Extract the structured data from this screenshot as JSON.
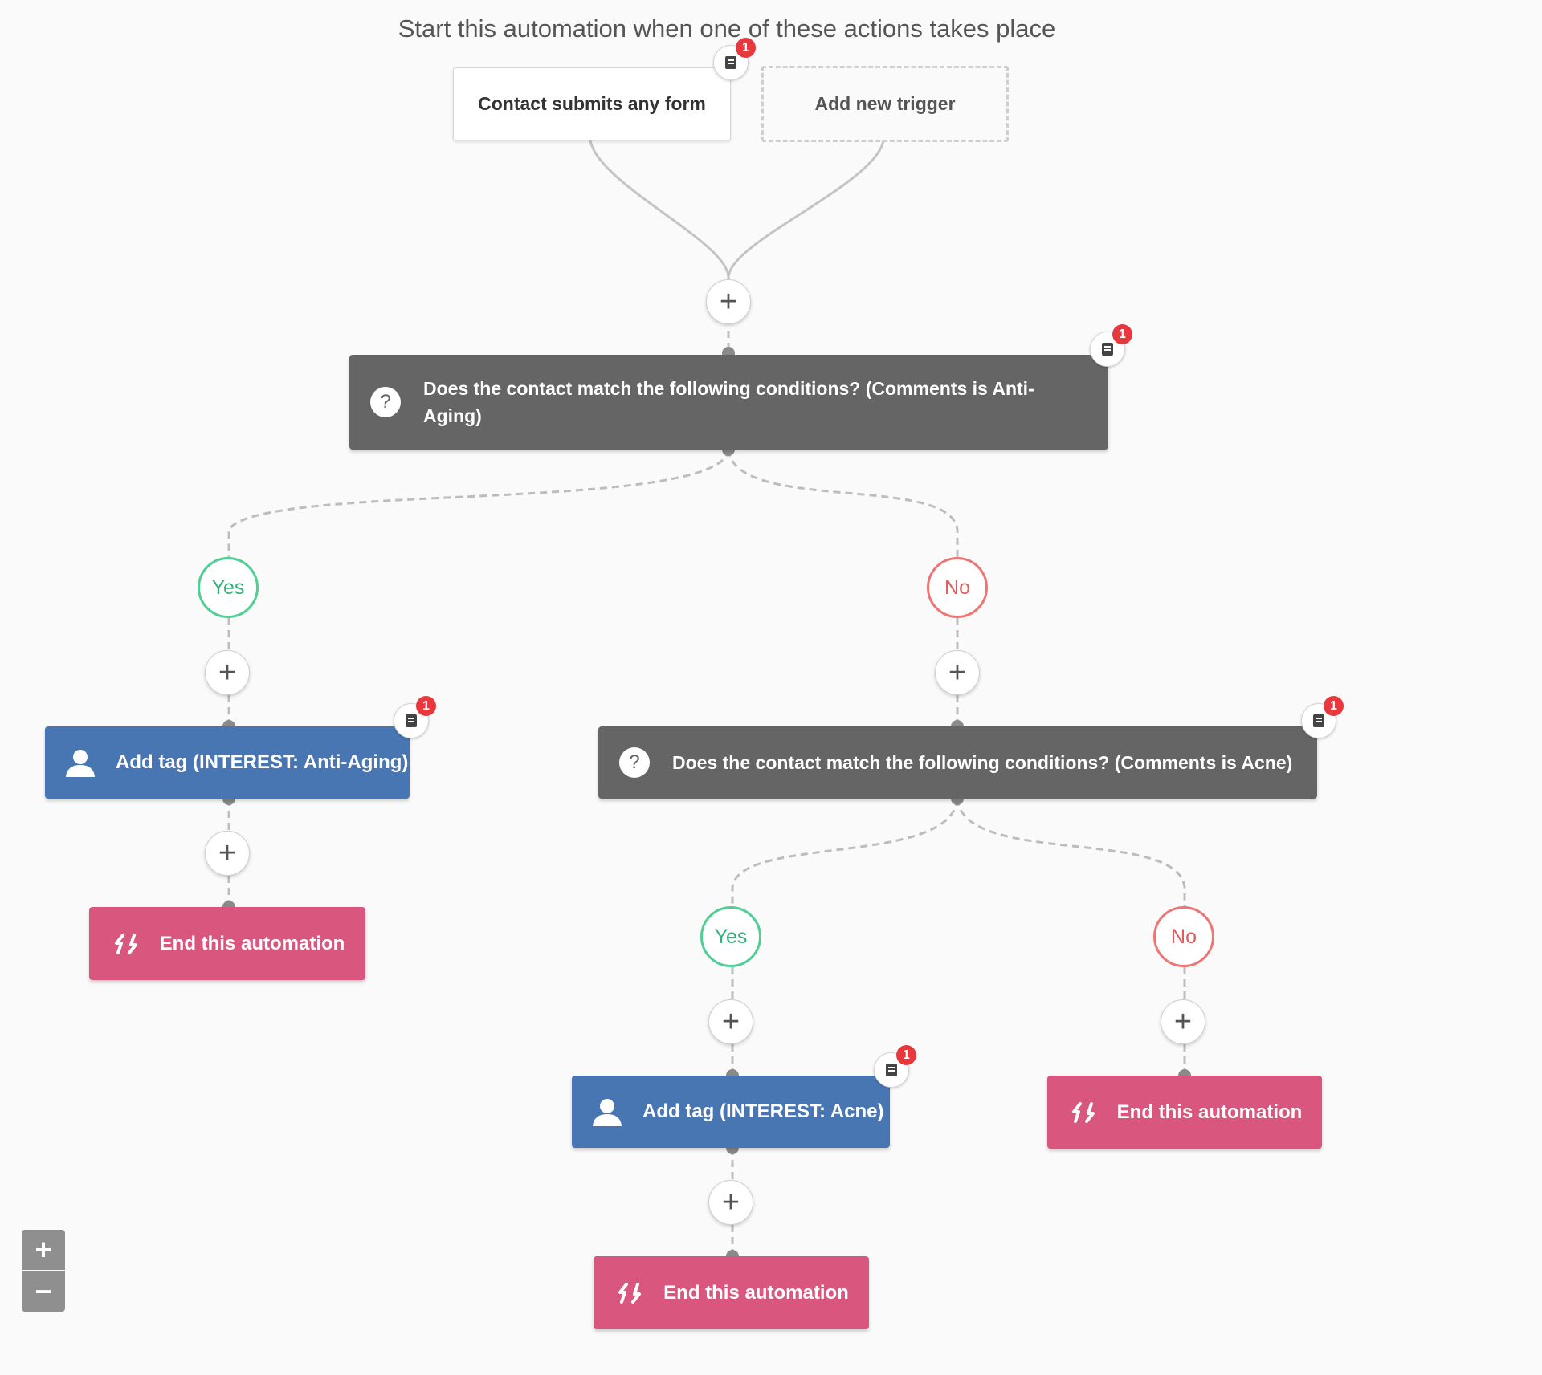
{
  "heading": "Start this automation when one of these actions takes place",
  "triggers": [
    {
      "label": "Contact submits any form",
      "notes": "1"
    },
    {
      "label": "Add new trigger"
    }
  ],
  "condition1": {
    "line1": "Does the contact match the following conditions? (Comments is Anti-",
    "line2": "Aging)",
    "notes": "1",
    "icon": "question-icon"
  },
  "branch1": {
    "yes": "Yes",
    "no": "No"
  },
  "action1": {
    "label": "Add tag (INTEREST: Anti-Aging)",
    "notes": "1",
    "icon": "person-icon"
  },
  "end1": {
    "label": "End this automation",
    "icon": "cycle-icon"
  },
  "condition2": {
    "label": "Does the contact match the following conditions? (Comments is Acne)",
    "notes": "1",
    "icon": "question-icon"
  },
  "branch2": {
    "yes": "Yes",
    "no": "No"
  },
  "action2": {
    "label": "Add tag (INTEREST: Acne)",
    "notes": "1",
    "icon": "person-icon"
  },
  "end2": {
    "label": "End this automation",
    "icon": "cycle-icon"
  },
  "end3": {
    "label": "End this automation",
    "icon": "cycle-icon"
  },
  "add_step": "+",
  "zoom": {
    "in": "+",
    "out": "−"
  },
  "colors": {
    "condition": "#656565",
    "action": "#4876b3",
    "end": "#d9577e",
    "yes": "#4fcf94",
    "no": "#ef7575",
    "badge": "#e6383d"
  }
}
